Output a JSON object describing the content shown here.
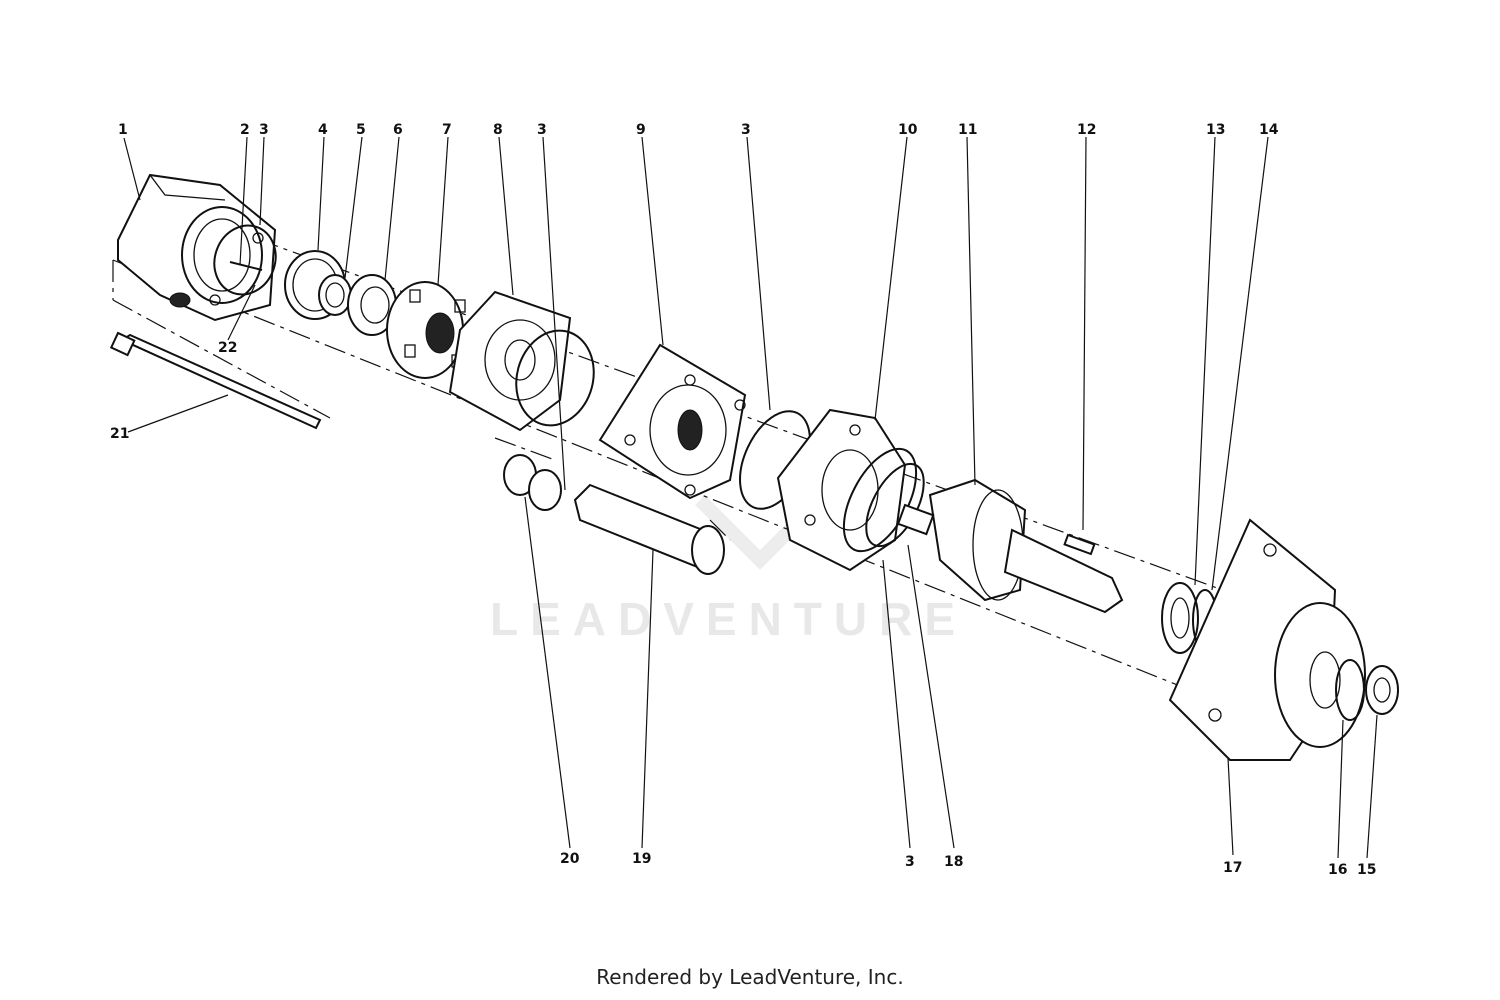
{
  "watermark": "LEADVENTURE",
  "footer": "Rendered by LeadVenture, Inc.",
  "callouts": {
    "c1": "1",
    "c2": "2",
    "c3a": "3",
    "c4": "4",
    "c5": "5",
    "c6": "6",
    "c7": "7",
    "c8": "8",
    "c3b": "3",
    "c9": "9",
    "c3c": "3",
    "c10": "10",
    "c11": "11",
    "c12": "12",
    "c13": "13",
    "c14": "14",
    "c22": "22",
    "c21": "21",
    "c20": "20",
    "c19": "19",
    "c3d": "3",
    "c18": "18",
    "c17": "17",
    "c16": "16",
    "c15": "15"
  }
}
